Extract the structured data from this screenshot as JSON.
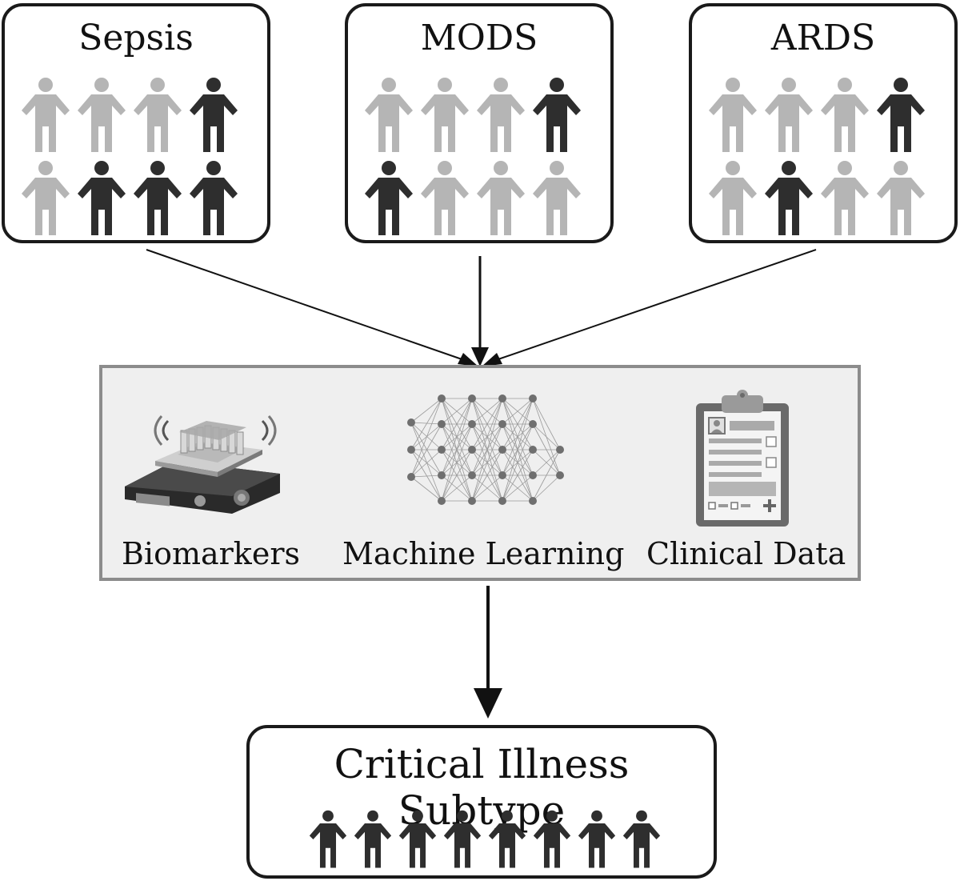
{
  "groups": [
    {
      "title": "Sepsis",
      "highlight": [
        false,
        false,
        false,
        true,
        false,
        true,
        true,
        true
      ]
    },
    {
      "title": "MODS",
      "highlight": [
        false,
        false,
        false,
        true,
        true,
        false,
        false,
        false
      ]
    },
    {
      "title": "ARDS",
      "highlight": [
        false,
        false,
        false,
        true,
        false,
        true,
        false,
        false
      ]
    }
  ],
  "methods": {
    "biomarkers": "Biomarkers",
    "machine_learning": "Machine Learning",
    "clinical_data": "Clinical Data"
  },
  "result": {
    "title": "Critical Illness Subtype",
    "person_count": 8
  },
  "colors": {
    "person_light": "#b5b5b5",
    "person_dark": "#2e2e2e"
  }
}
